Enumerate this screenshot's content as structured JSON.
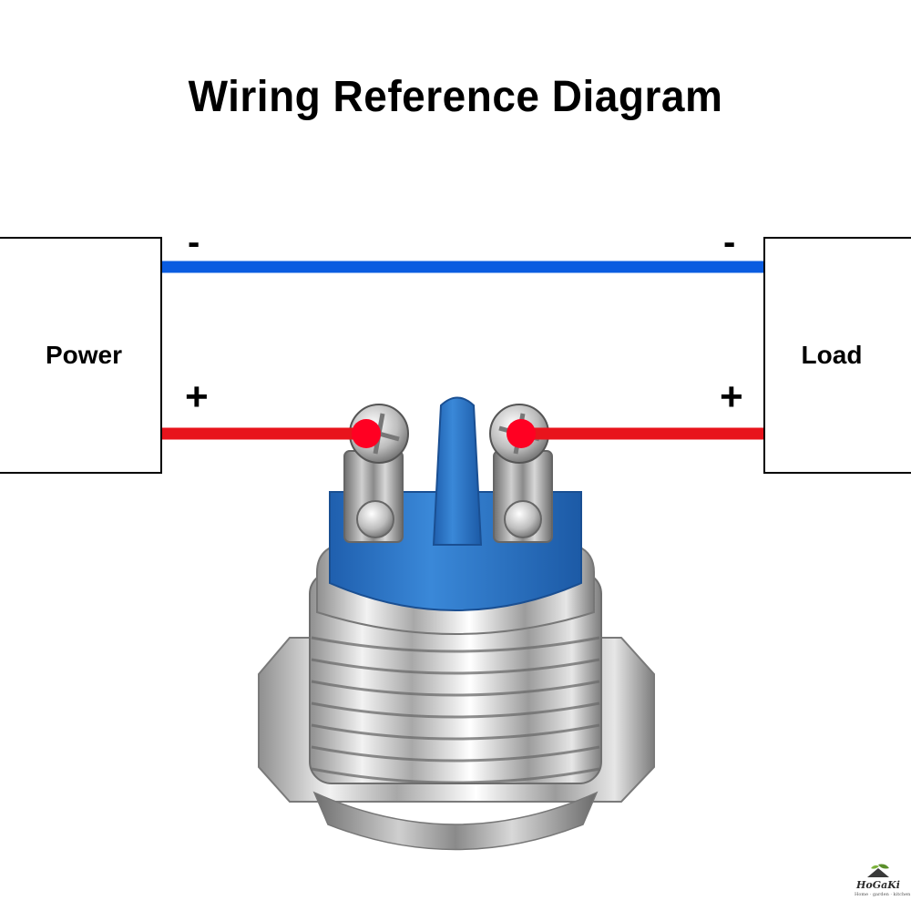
{
  "title": "Wiring Reference Diagram",
  "power": {
    "label": "Power"
  },
  "load": {
    "label": "Load"
  },
  "terminals": {
    "negative_symbol": "-",
    "positive_symbol": "+"
  },
  "wires": {
    "negative_color": "#0a5ce0",
    "positive_color": "#e8141c"
  },
  "switch": {
    "cap_color": "#2f7bd0",
    "body_color": "#c9c9c9",
    "contact_dot_color": "#ff0022"
  },
  "logo": {
    "name": "HoGaKi",
    "tagline": "Home · garden · kitchen"
  }
}
